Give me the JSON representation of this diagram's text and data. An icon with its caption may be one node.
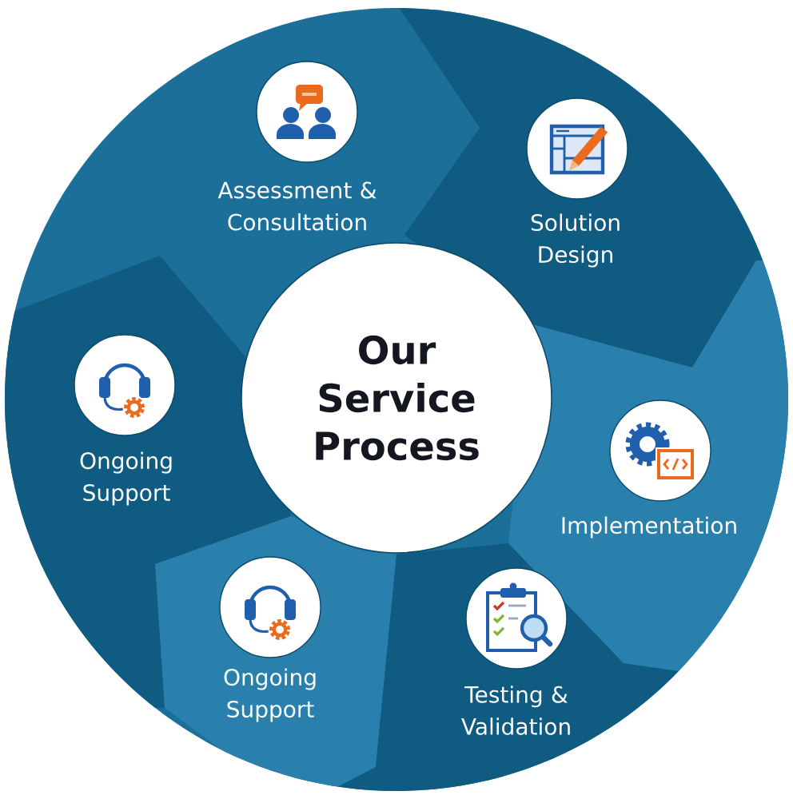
{
  "diagram": {
    "nodes": [
      {
        "text": [
          "Assessment & Consultation"
        ]
      },
      {
        "text": [
          "Solution Design"
        ]
      },
      {
        "text": [
          "Our Service Process"
        ]
      },
      {
        "text": [
          "Ongoing Support"
        ]
      },
      {
        "text": [
          "Implementation"
        ]
      },
      {
        "text": [
          "Ongoing Support"
        ]
      },
      {
        "text": [
          "Testing & Validation"
        ]
      }
    ]
  }
}
